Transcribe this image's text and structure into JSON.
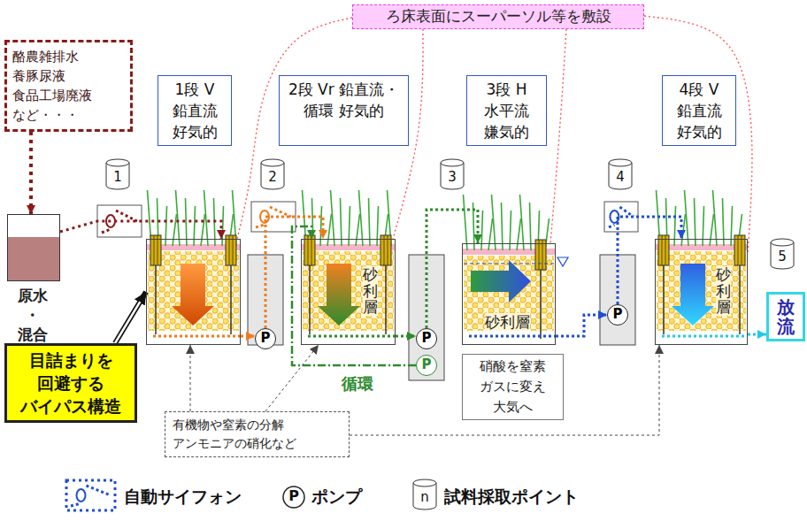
{
  "diagram": {
    "nodes": [
      {
        "text": [
          "ろ床表面にスーパーソル等を敷設"
        ]
      },
      {
        "text": [
          "酪農雑排水 養豚尿液 食品工場廃液 など・・・"
        ]
      },
      {
        "text": [
          "1段 V 鉛直流 好気的"
        ]
      },
      {
        "text": [
          "2段 Vr 鉛直流・循環 好気的"
        ]
      },
      {
        "text": [
          "3段 H 水平流 嫌気的"
        ]
      },
      {
        "text": [
          "4段 V 鉛直流 好気的"
        ]
      },
      {
        "text": [
          "原水 ・ 混合"
        ]
      },
      {
        "text": []
      },
      {
        "text": [
          "P"
        ]
      },
      {
        "text": [
          "砂利層"
        ]
      },
      {
        "text": [
          "P"
        ]
      },
      {
        "text": [
          "P"
        ]
      },
      {
        "text": [
          "砂利層"
        ]
      },
      {
        "text": [
          "P"
        ]
      },
      {
        "text": [
          "砂利層"
        ]
      },
      {
        "text": [
          "放流"
        ]
      },
      {
        "text": [
          "目詰まりを 回避する バイパス構造"
        ]
      },
      {
        "text": [
          "硝酸を窒素 ガスに変え 大気へ"
        ]
      },
      {
        "text": [
          "有機物や窒素の分解 アンモニアの硝化など"
        ]
      }
    ],
    "edges": [
      {
        "from": 1,
        "to": 6,
        "arrow": "to"
      },
      {
        "from": 6,
        "to": 7,
        "arrow": "to"
      },
      {
        "from": 7,
        "to": 8,
        "arrow": "to"
      },
      {
        "from": 8,
        "to": 9,
        "arrow": "to"
      },
      {
        "from": 9,
        "to": 10,
        "arrow": "to"
      },
      {
        "from": 10,
        "to": 12,
        "arrow": "to"
      },
      {
        "from": 11,
        "to": 9,
        "label": "循環",
        "arrow": "to"
      },
      {
        "from": 12,
        "to": 13,
        "arrow": "to"
      },
      {
        "from": 13,
        "to": 14,
        "arrow": "to"
      },
      {
        "from": 14,
        "to": 15,
        "arrow": "to"
      },
      {
        "from": 16,
        "to": 7,
        "arrow": "to"
      },
      {
        "from": 18,
        "to": 7,
        "arrow": "to"
      },
      {
        "from": 18,
        "to": 9,
        "arrow": "to"
      },
      {
        "from": 18,
        "to": 14,
        "arrow": "to"
      },
      {
        "from": 0,
        "to": 7,
        "arrow": "none"
      },
      {
        "from": 0,
        "to": 9,
        "arrow": "none"
      },
      {
        "from": 0,
        "to": 12,
        "arrow": "none"
      },
      {
        "from": 0,
        "to": 14,
        "arrow": "none"
      }
    ],
    "labels": [
      "1",
      "2",
      "3",
      "4",
      "5",
      "P",
      "n"
    ],
    "legend": [
      {
        "text": "自動サイフォン"
      },
      {
        "text": "ポンプ"
      },
      {
        "text": "試料採取ポイント"
      }
    ]
  }
}
